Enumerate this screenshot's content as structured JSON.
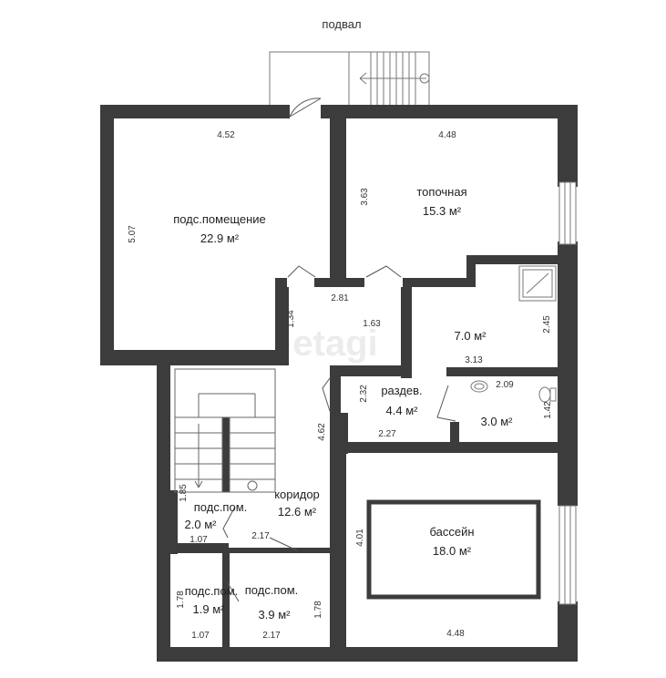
{
  "title": "подвал",
  "watermark": "etagi",
  "colors": {
    "wall": "#3c3c3c",
    "background": "#ffffff",
    "text": "#222222"
  },
  "rooms": {
    "storage_main": {
      "name": "подс.помещение",
      "area": "22.9 м²"
    },
    "boiler": {
      "name": "топочная",
      "area": "15.3 м²"
    },
    "bathroom": {
      "area": "7.0 м²"
    },
    "changing": {
      "name": "раздев.",
      "area": "4.4 м²"
    },
    "wc": {
      "area": "3.0 м²"
    },
    "corridor": {
      "name": "коридор",
      "area": "12.6 м²"
    },
    "storage_a": {
      "name": "подс.пом.",
      "area": "2.0 м²"
    },
    "pool": {
      "name": "бассейн",
      "area": "18.0 м²"
    },
    "storage_b": {
      "name": "подс.пом.",
      "area": "1.9 м²"
    },
    "storage_c": {
      "name": "подс.пом.",
      "area": "3.9 м²"
    }
  },
  "dimensions": {
    "storage_main_width": "4.52",
    "storage_main_height": "5.07",
    "boiler_width": "4.48",
    "boiler_height": "3.63",
    "hall_width": "2.81",
    "hall_height": "1.34",
    "hall_inner": "1.63",
    "bathroom_height": "2.45",
    "bathroom_width": "3.13",
    "changing_height": "2.32",
    "changing_width": "2.27",
    "wc_width": "2.09",
    "wc_height": "1.42",
    "corridor_height": "4.62",
    "storage_a_height": "1.85",
    "storage_a_width": "1.07",
    "corridor_bottom": "2.17",
    "pool_height": "4.01",
    "pool_width": "4.48",
    "storage_b_height": "1.78",
    "storage_b_width": "1.07",
    "storage_c_width": "2.17",
    "storage_c_height": "1.78"
  }
}
